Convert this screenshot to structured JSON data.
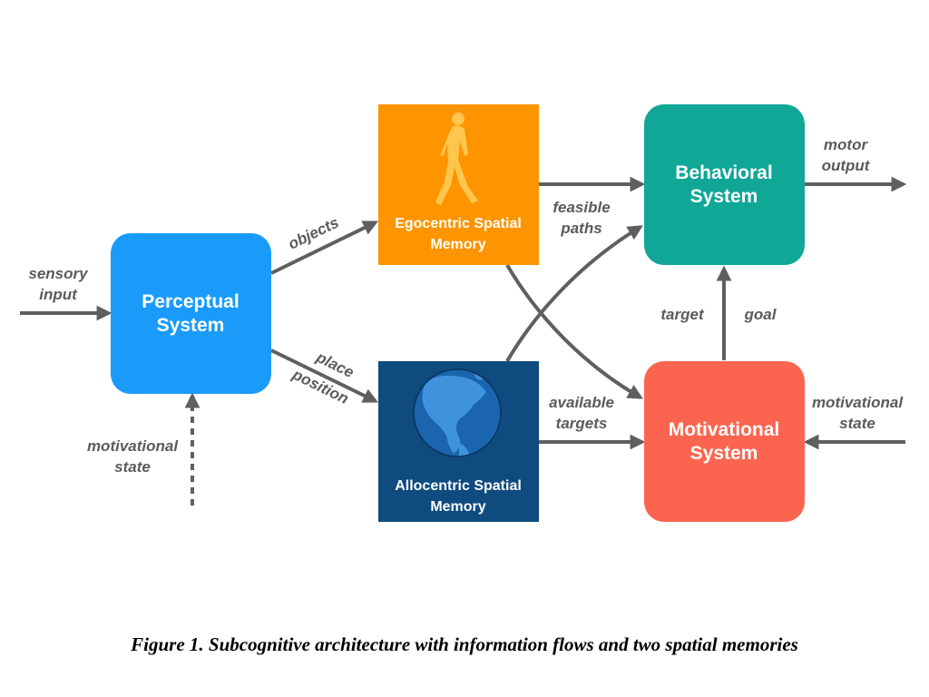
{
  "nodes": {
    "perceptual": {
      "line1": "Perceptual",
      "line2": "System",
      "color": "#1a9bfa"
    },
    "egocentric": {
      "line1": "Egocentric Spatial",
      "line2": "Memory",
      "color": "#fd9400"
    },
    "allocentric": {
      "line1": "Allocentric Spatial",
      "line2": "Memory",
      "color": "#0f4b7f"
    },
    "behavioral": {
      "line1": "Behavioral",
      "line2": "System",
      "color": "#10a796"
    },
    "motivational": {
      "line1": "Motivational",
      "line2": "System",
      "color": "#fb6550"
    }
  },
  "edges": {
    "sensory_input": {
      "line1": "sensory",
      "line2": "input"
    },
    "motivational_state_left": {
      "line1": "motivational",
      "line2": "state"
    },
    "objects": {
      "line1": "objects"
    },
    "place_position": {
      "line1": "place",
      "line2": "position"
    },
    "feasible_paths": {
      "line1": "feasible",
      "line2": "paths"
    },
    "available_targets": {
      "line1": "available",
      "line2": "targets"
    },
    "motor_output": {
      "line1": "motor",
      "line2": "output"
    },
    "target": {
      "line1": "target"
    },
    "goal": {
      "line1": "goal"
    },
    "motivational_state_right": {
      "line1": "motivational",
      "line2": "state"
    }
  },
  "icons": {
    "egocentric": "walking-person-icon",
    "allocentric": "globe-icon"
  },
  "arrow_color": "#5f5f5f",
  "caption": "Figure 1. Subcognitive architecture with information flows and two spatial memories"
}
